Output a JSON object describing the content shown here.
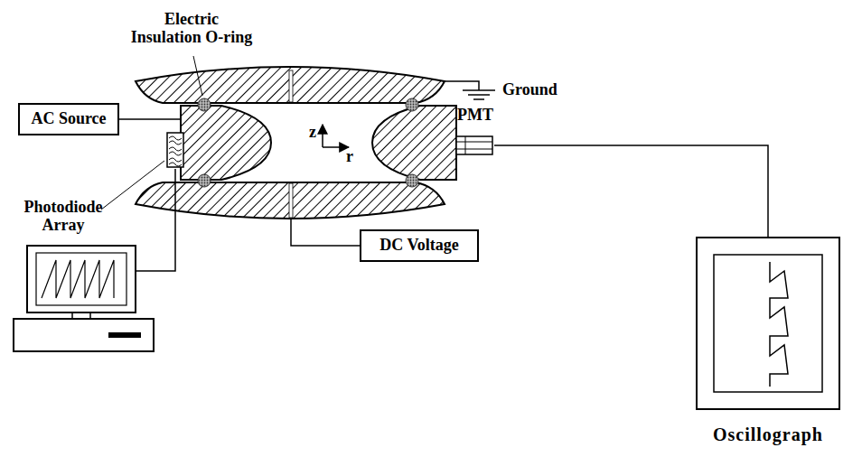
{
  "diagram": {
    "nodes": [
      {
        "text": [
          "AC Source"
        ]
      },
      {
        "text": [
          "Photodiode Array"
        ]
      },
      {
        "text": [
          "DC Voltage"
        ]
      },
      {
        "text": [
          "PMT"
        ]
      },
      {
        "text": [
          "Oscillograph"
        ]
      }
    ],
    "edges": [
      {
        "from": 3,
        "to": 4,
        "arrow": "none"
      }
    ],
    "labels": [
      "Electric Insulation O-ring",
      "Ground",
      "z",
      "r"
    ]
  }
}
